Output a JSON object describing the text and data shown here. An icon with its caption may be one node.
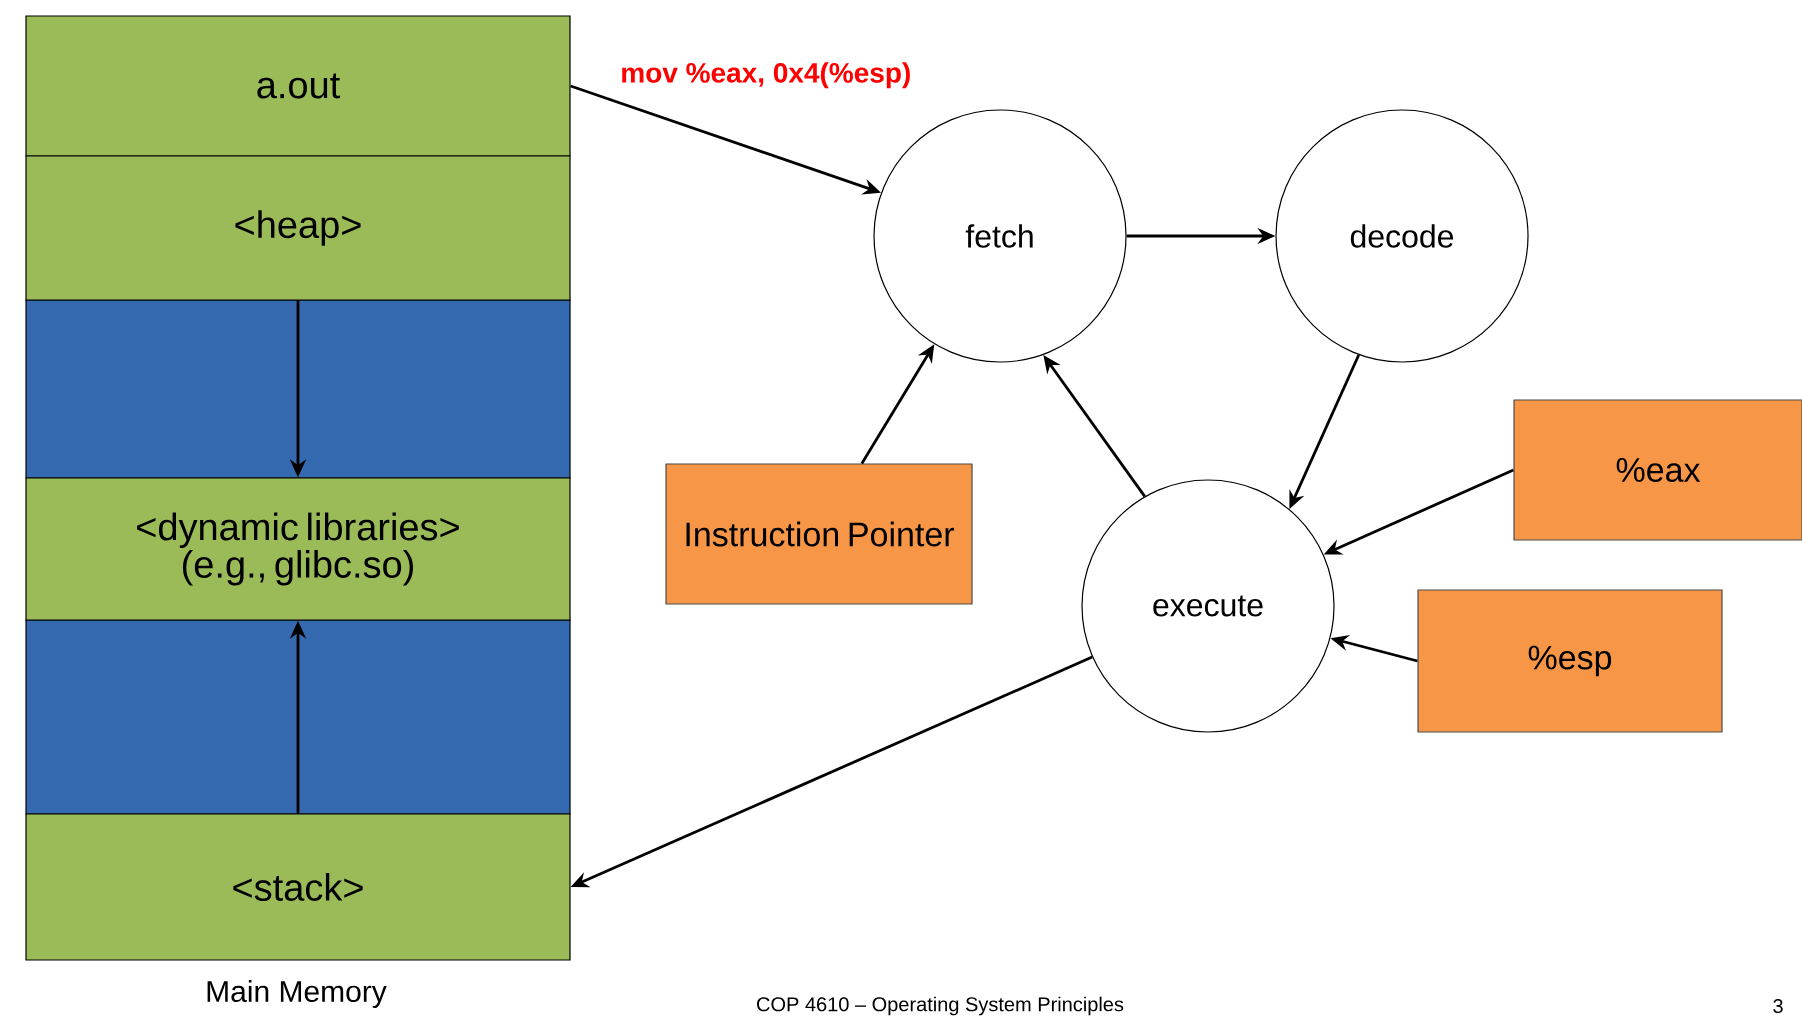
{
  "diagram": {
    "nodes": [
      {
        "text": [
          "a.out"
        ]
      },
      {
        "text": [
          "<heap>"
        ]
      },
      {
        "text": [
          "<dynamic libraries> (e.g., glibc.so)"
        ]
      },
      {
        "text": [
          "<stack>"
        ]
      },
      {
        "text": [
          "fetch"
        ]
      },
      {
        "text": [
          "decode"
        ]
      },
      {
        "text": [
          "execute"
        ]
      },
      {
        "text": [
          "Instruction Pointer"
        ]
      },
      {
        "text": [
          "%eax"
        ]
      },
      {
        "text": [
          "%esp"
        ]
      }
    ],
    "edges": [
      {
        "from": 0,
        "to": 4,
        "arrow": "to",
        "label": "mov %eax, 0x4(%esp)"
      },
      {
        "from": 1,
        "to": 2,
        "arrow": "to"
      },
      {
        "from": 3,
        "to": 2,
        "arrow": "to"
      },
      {
        "from": 4,
        "to": 5,
        "arrow": "to"
      },
      {
        "from": 5,
        "to": 6,
        "arrow": "to"
      },
      {
        "from": 6,
        "to": 4,
        "arrow": "to"
      },
      {
        "from": 7,
        "to": 4,
        "arrow": "to"
      },
      {
        "from": 8,
        "to": 6,
        "arrow": "to"
      },
      {
        "from": 9,
        "to": 6,
        "arrow": "to"
      },
      {
        "from": 6,
        "to": 3,
        "arrow": "to"
      }
    ],
    "labels": [
      "Main Memory",
      "COP 4610 – Operating System Principles",
      "3"
    ]
  }
}
